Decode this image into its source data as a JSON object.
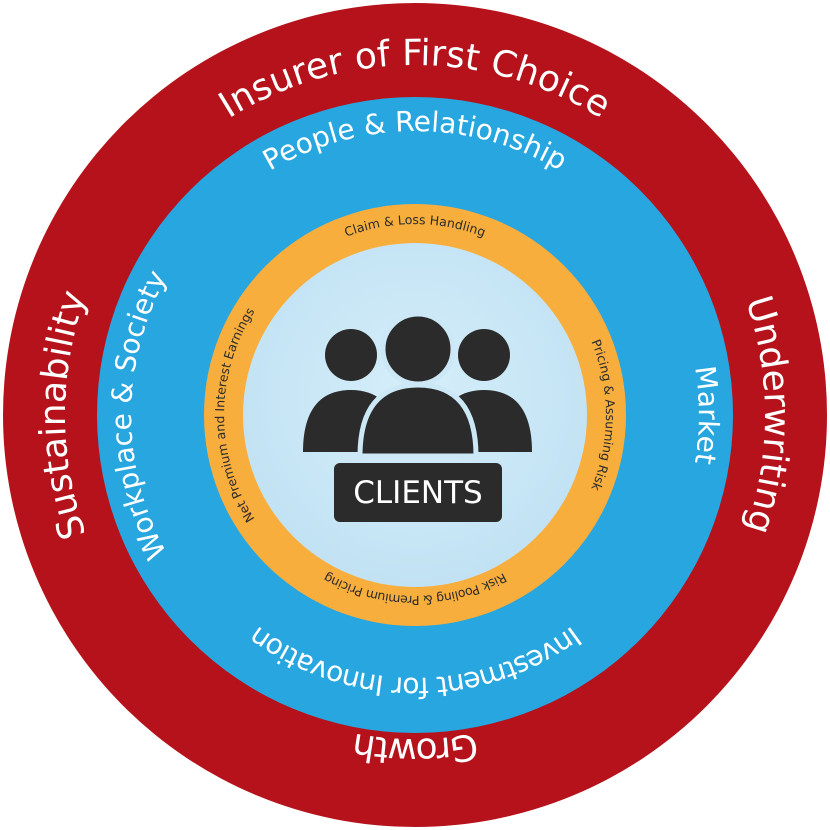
{
  "diagram": {
    "colors": {
      "outer_ring": "#b5121b",
      "middle_ring": "#27a6e0",
      "inner_ring": "#f8ae3c",
      "core": "#cce8f7",
      "core_icon": "#2b2b2b",
      "ring_text": "#ffffff",
      "inner_text": "#2b2b2b"
    },
    "outer_ring_labels": {
      "top": "Insurer of First Choice",
      "left": "Sustainability",
      "right": "Underwriting",
      "bottom": "Growth"
    },
    "middle_ring_labels": {
      "top": "People & Relationship",
      "left": "Workplace & Society",
      "right": "Market",
      "bottom": "Investment for Innovation"
    },
    "inner_ring_labels": {
      "top": "Claim & Loss Handling",
      "left": "Net Premium and Interest Earnings",
      "right": "Pricing & Assuming Risk",
      "bottom": "Risk Pooling & Premium Pricing"
    },
    "core": {
      "icon": "people-group-icon",
      "label": "CLIENTS"
    }
  }
}
